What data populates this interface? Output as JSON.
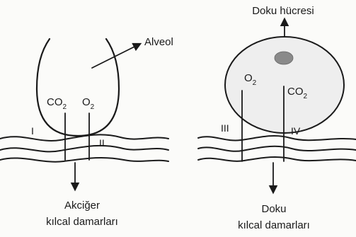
{
  "left": {
    "alveol_label": "Alveol",
    "co2_label": "CO",
    "co2_sub": "2",
    "o2_label": "O",
    "o2_sub": "2",
    "roman_i": "I",
    "roman_ii": "II",
    "caption_line1": "Akciğer",
    "caption_line2": "kılcal damarları"
  },
  "right": {
    "cell_label": "Doku hücresi",
    "o2_label": "O",
    "o2_sub": "2",
    "co2_label": "CO",
    "co2_sub": "2",
    "roman_iii": "III",
    "roman_iv": "IV",
    "caption_line1": "Doku",
    "caption_line2": "kılcal damarları"
  },
  "colors": {
    "cell_fill": "#eeeeee",
    "nucleus_fill": "#8a8a8a",
    "line": "#1a1a1a"
  }
}
